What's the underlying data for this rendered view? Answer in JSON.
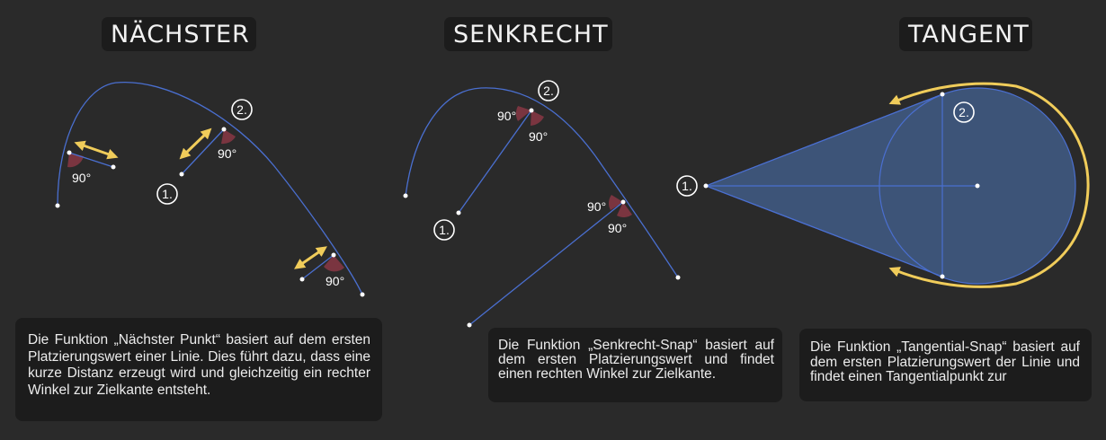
{
  "panels": [
    {
      "title": "NÄCHSTER",
      "description": "Die Funktion „Nächster Punkt“ basiert auf dem ersten Platzierungswert einer Linie. Dies führt dazu, dass eine kurze Distanz erzeugt wird und gleichzeitig ein rechter Winkel zur Zielkante entsteht.",
      "angle_labels": [
        "90°",
        "90°",
        "90°"
      ],
      "step_labels": [
        "1.",
        "2."
      ]
    },
    {
      "title": "SENKRECHT",
      "description": "Die Funktion „Senkrecht-Snap“ basiert auf dem ersten Platzierungswert und findet einen rechten Winkel zur Zielkante.",
      "angle_labels": [
        "90°",
        "90°",
        "90°",
        "90°"
      ],
      "step_labels": [
        "1.",
        "2."
      ]
    },
    {
      "title": "TANGENT",
      "description": "Die Funktion „Tangential-Snap“ basiert auf dem ersten Platzierungswert der Linie und findet einen Tangentialpunkt zur",
      "step_labels": [
        "1.",
        "2."
      ]
    }
  ],
  "colors": {
    "background": "#2a2a2a",
    "box": "#1c1c1c",
    "curve": "#4a6fd0",
    "angle_fill": "#7a3540",
    "arrow": "#f0cc5a",
    "circle_fill": "#3d5478"
  }
}
